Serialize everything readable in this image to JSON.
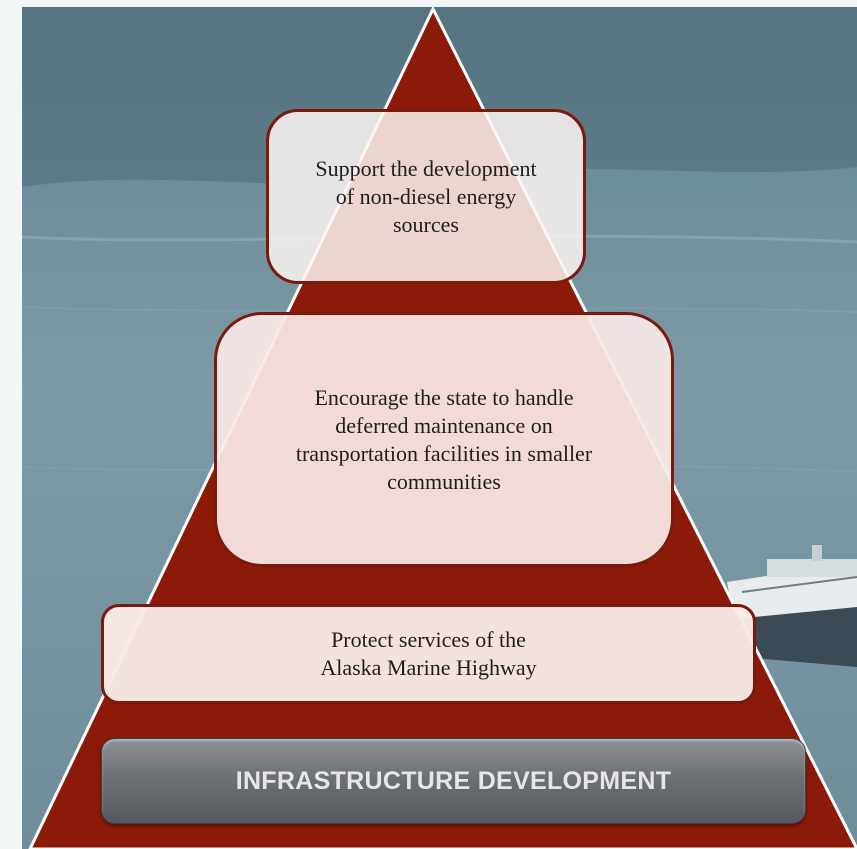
{
  "pyramid": {
    "top_box": {
      "line1": "Support the development",
      "line2": "of non-diesel energy",
      "line3": "sources"
    },
    "middle_box": {
      "line1": "Encourage the state to handle",
      "line2": "deferred maintenance on",
      "line3": "transportation facilities in smaller",
      "line4": "communities"
    },
    "bottom_box": {
      "line1": "Protect services of the",
      "line2": "Alaska Marine Highway"
    },
    "base_banner": "INFRASTRUCTURE DEVELOPMENT"
  },
  "colors": {
    "pyramid_fill": "#8b1a08",
    "pyramid_outline": "#ffffff",
    "box_border": "#7a1a0c",
    "banner_text": "#e6e6e6",
    "water": "#6f8d9a"
  },
  "background": {
    "scene": "coastal water with ferry",
    "icons": [
      "ferry-ship-image"
    ]
  }
}
